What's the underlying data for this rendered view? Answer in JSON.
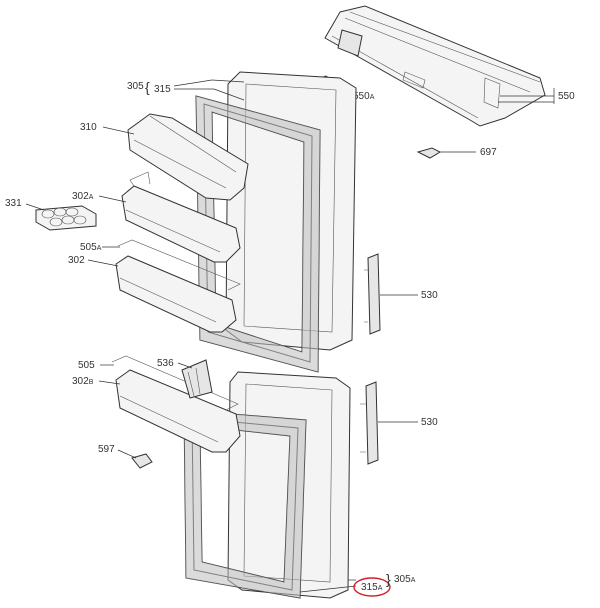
{
  "diagram": {
    "colors": {
      "line": "#333333",
      "gasket": "#bdbdbd",
      "part_fill": "#f4f4f4",
      "highlight": "#d0202a"
    },
    "labels": {
      "l305_num": "305",
      "l305_brace": "{",
      "l315": "315",
      "l310": "310",
      "l331": "331",
      "l302A_num": "302",
      "l302A_sub": "A",
      "l505A_num": "505",
      "l505A_sub": "A",
      "l302": "302",
      "l550A_num": "550",
      "l550A_sub": "A",
      "l550": "550",
      "l697": "697",
      "l530_top": "530",
      "l505": "505",
      "l536": "536",
      "l302B_num": "302",
      "l302B_sub": "B",
      "l530_bottom": "530",
      "l597": "597",
      "l315A_num": "315",
      "l315A_sub": "A",
      "l305A_num": "305",
      "l305A_sub": "A",
      "l305A_brace": "}"
    }
  }
}
